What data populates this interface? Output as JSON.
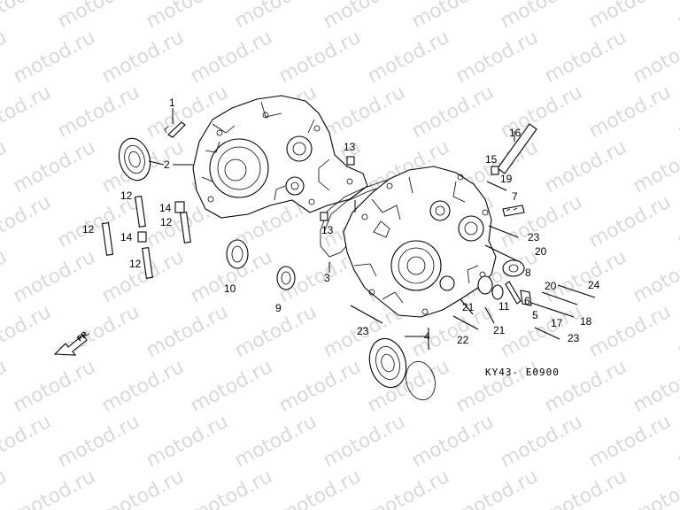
{
  "watermark": "motod.ru",
  "diagram_code": "KY43- E0900",
  "direction_label": "FR.",
  "callouts": [
    {
      "id": "c1",
      "label": "1"
    },
    {
      "id": "c2",
      "label": "2"
    },
    {
      "id": "c3",
      "label": "3"
    },
    {
      "id": "c4",
      "label": "4"
    },
    {
      "id": "c5",
      "label": "5"
    },
    {
      "id": "c6",
      "label": "6"
    },
    {
      "id": "c7",
      "label": "7"
    },
    {
      "id": "c8",
      "label": "8"
    },
    {
      "id": "c9",
      "label": "9"
    },
    {
      "id": "c10",
      "label": "10"
    },
    {
      "id": "c11",
      "label": "11"
    },
    {
      "id": "c12a",
      "label": "12"
    },
    {
      "id": "c12b",
      "label": "12"
    },
    {
      "id": "c12c",
      "label": "12"
    },
    {
      "id": "c12d",
      "label": "12"
    },
    {
      "id": "c13a",
      "label": "13"
    },
    {
      "id": "c13b",
      "label": "13"
    },
    {
      "id": "c14a",
      "label": "14"
    },
    {
      "id": "c14b",
      "label": "14"
    },
    {
      "id": "c15",
      "label": "15"
    },
    {
      "id": "c16",
      "label": "16"
    },
    {
      "id": "c17",
      "label": "17"
    },
    {
      "id": "c18",
      "label": "18"
    },
    {
      "id": "c19",
      "label": "19"
    },
    {
      "id": "c20a",
      "label": "20"
    },
    {
      "id": "c20b",
      "label": "20"
    },
    {
      "id": "c21a",
      "label": "21"
    },
    {
      "id": "c21b",
      "label": "21"
    },
    {
      "id": "c22",
      "label": "22"
    },
    {
      "id": "c23a",
      "label": "23"
    },
    {
      "id": "c23b",
      "label": "23"
    },
    {
      "id": "c23c",
      "label": "23"
    },
    {
      "id": "c24",
      "label": "24"
    }
  ]
}
